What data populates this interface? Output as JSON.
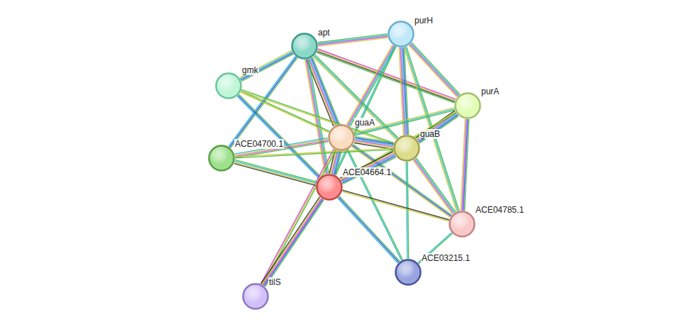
{
  "diagram": {
    "nodes": [
      {
        "text": [
          "apt"
        ]
      },
      {
        "text": [
          "purH"
        ]
      },
      {
        "text": [
          "gmk"
        ]
      },
      {
        "text": [
          "purA"
        ]
      },
      {
        "text": [
          "guaA"
        ]
      },
      {
        "text": [
          "guaB"
        ]
      },
      {
        "text": [
          "ACE04700.1"
        ]
      },
      {
        "text": [
          "ACE04664.1"
        ]
      },
      {
        "text": [
          "ACE04785.1"
        ]
      },
      {
        "text": [
          "ACE03215.1"
        ]
      },
      {
        "text": [
          "tilS"
        ]
      }
    ],
    "edges": [
      {
        "from": 0,
        "to": 1,
        "arrow": "none"
      },
      {
        "from": 0,
        "to": 2,
        "arrow": "none"
      },
      {
        "from": 0,
        "to": 3,
        "arrow": "none"
      },
      {
        "from": 0,
        "to": 4,
        "arrow": "none"
      },
      {
        "from": 0,
        "to": 5,
        "arrow": "none"
      },
      {
        "from": 0,
        "to": 6,
        "arrow": "none"
      },
      {
        "from": 0,
        "to": 7,
        "arrow": "none"
      },
      {
        "from": 1,
        "to": 3,
        "arrow": "none"
      },
      {
        "from": 1,
        "to": 4,
        "arrow": "none"
      },
      {
        "from": 1,
        "to": 5,
        "arrow": "none"
      },
      {
        "from": 1,
        "to": 7,
        "arrow": "none"
      },
      {
        "from": 1,
        "to": 8,
        "arrow": "none"
      },
      {
        "from": 2,
        "to": 4,
        "arrow": "none"
      },
      {
        "from": 2,
        "to": 5,
        "arrow": "none"
      },
      {
        "from": 2,
        "to": 7,
        "arrow": "none"
      },
      {
        "from": 3,
        "to": 4,
        "arrow": "none"
      },
      {
        "from": 3,
        "to": 5,
        "arrow": "none"
      },
      {
        "from": 3,
        "to": 7,
        "arrow": "none"
      },
      {
        "from": 3,
        "to": 8,
        "arrow": "none"
      },
      {
        "from": 4,
        "to": 5,
        "arrow": "none"
      },
      {
        "from": 4,
        "to": 6,
        "arrow": "none"
      },
      {
        "from": 4,
        "to": 7,
        "arrow": "none"
      },
      {
        "from": 4,
        "to": 8,
        "arrow": "none"
      },
      {
        "from": 4,
        "to": 9,
        "arrow": "none"
      },
      {
        "from": 4,
        "to": 10,
        "arrow": "none"
      },
      {
        "from": 5,
        "to": 6,
        "arrow": "none"
      },
      {
        "from": 5,
        "to": 7,
        "arrow": "none"
      },
      {
        "from": 5,
        "to": 8,
        "arrow": "none"
      },
      {
        "from": 5,
        "to": 9,
        "arrow": "none"
      },
      {
        "from": 6,
        "to": 7,
        "arrow": "none"
      },
      {
        "from": 7,
        "to": 8,
        "arrow": "none"
      },
      {
        "from": 7,
        "to": 9,
        "arrow": "none"
      },
      {
        "from": 7,
        "to": 10,
        "arrow": "none"
      },
      {
        "from": 8,
        "to": 9,
        "arrow": "none"
      }
    ]
  }
}
